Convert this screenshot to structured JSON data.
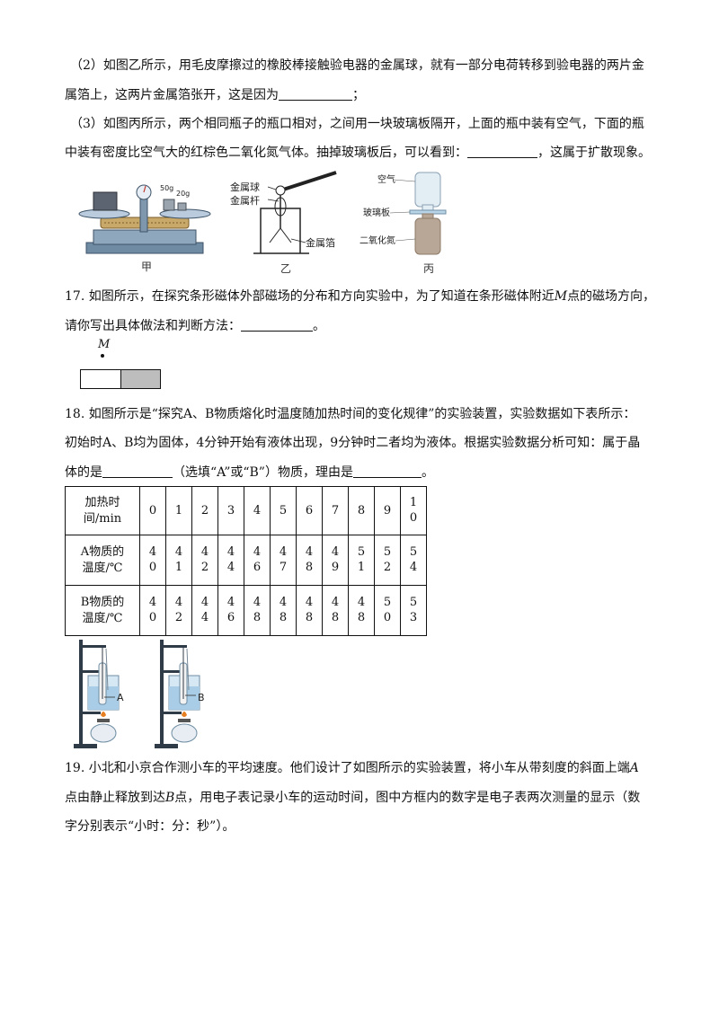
{
  "q16": {
    "p2_line1": "（2）如图乙所示，用毛皮摩擦过的橡胶棒接触验电器的金属球，就有一部分电荷转移到验电器的两片金",
    "p2_line2_a": "属箔上，这两片金属箔张开，这是因为",
    "p2_line2_b": "；",
    "p3_line1": "（3）如图丙所示，两个相同瓶子的瓶口相对，之间用一块玻璃板隔开，上面的瓶中装有空气，下面的瓶",
    "p3_line2_a": "中装有密度比空气大的红棕色二氧化氮气体。抽掉玻璃板后，可以看到：",
    "p3_line2_b": "，这属于扩散现象。",
    "fig_jia": {
      "caption": "甲",
      "weight1": "50g",
      "weight2": "20g"
    },
    "fig_yi": {
      "caption": "乙",
      "label_ball": "金属球",
      "label_rod": "金属杆",
      "label_foil": "金属箔"
    },
    "fig_bing": {
      "caption": "丙",
      "label_air": "空气",
      "label_glass": "玻璃板",
      "label_no2": "二氧化氮"
    }
  },
  "q17": {
    "line1_a": "17. 如图所示，在探究条形磁体外部磁场的分布和方向实验中，为了知道在条形磁体附近",
    "line1_m": "M",
    "line1_b": "点的磁场方向，",
    "line2_a": "请你写出具体做法和判断方法：",
    "line2_b": "。",
    "point_label": "M"
  },
  "q18": {
    "line1": "18. 如图所示是“探究A、B物质熔化时温度随加热时间的变化规律”的实验装置，实验数据如下表所示：",
    "line2": "初始时A、B均为固体，4分钟开始有液体出现，9分钟时二者均为液体。根据实验数据分析可知：属于晶",
    "line3_a": "体的是",
    "line3_b": "（选填“A”或“B”）物质，理由是",
    "line3_c": "。",
    "table": {
      "rows": [
        {
          "header": "加热时间/min",
          "cells": [
            "0",
            "1",
            "2",
            "3",
            "4",
            "5",
            "6",
            "7",
            "8",
            "9",
            "10"
          ]
        },
        {
          "header": "A物质的温度/℃",
          "cells": [
            "40",
            "41",
            "42",
            "44",
            "46",
            "47",
            "48",
            "49",
            "51",
            "52",
            "54"
          ]
        },
        {
          "header": "B物质的温度/℃",
          "cells": [
            "40",
            "42",
            "44",
            "46",
            "48",
            "48",
            "48",
            "48",
            "48",
            "50",
            "53"
          ]
        }
      ]
    },
    "label_a": "A",
    "label_b": "B"
  },
  "q19": {
    "line1_a": "19. 小北和小京合作测小车的平均速度。他们设计了如图所示的实验装置，将小车从带刻度的斜面上端",
    "line1_a_pt": "A",
    "line2_a": "点由静止释放到达",
    "line2_b_pt": "B",
    "line2_c": "点，用电子表记录小车的运动时间，图中方框内的数字是电子表两次测量的显示（数",
    "line3": "字分别表示“小时：分：秒”）。"
  }
}
